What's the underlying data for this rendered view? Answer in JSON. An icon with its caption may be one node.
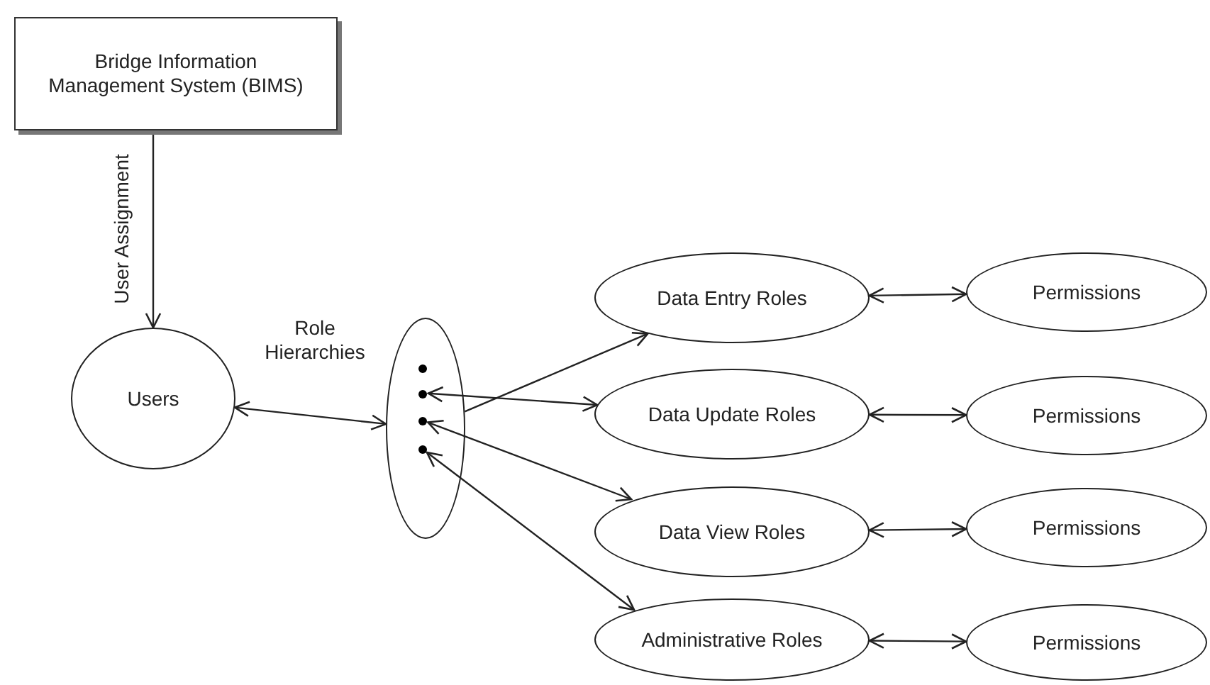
{
  "diagram": {
    "nodes": [
      {
        "text": [
          "Bridge Information Management System (BIMS)"
        ]
      },
      {
        "text": [
          "Users"
        ]
      },
      {
        "text": [],
        "shape": "ellipse"
      },
      {
        "text": [],
        "shape": "dot",
        "in": 2
      },
      {
        "text": [],
        "shape": "dot",
        "in": 2
      },
      {
        "text": [],
        "shape": "dot",
        "in": 2
      },
      {
        "text": [],
        "shape": "dot",
        "in": 2
      },
      {
        "text": [
          "Data Entry Roles"
        ]
      },
      {
        "text": [
          "Data Update Roles"
        ]
      },
      {
        "text": [
          "Data View Roles"
        ]
      },
      {
        "text": [
          "Administrative Roles"
        ]
      },
      {
        "text": [
          "Permissions"
        ]
      },
      {
        "text": [
          "Permissions"
        ]
      },
      {
        "text": [
          "Permissions"
        ]
      },
      {
        "text": [
          "Permissions"
        ]
      }
    ],
    "edges": [
      {
        "from": 0,
        "to": 1,
        "arrow": "to",
        "label": "User Assignment"
      },
      {
        "from": 1,
        "to": 2,
        "arrow": "both",
        "label": "Role Hierarchies"
      },
      {
        "from": 2,
        "to": 7,
        "arrow": "to"
      },
      {
        "from": 4,
        "to": 8,
        "arrow": "both"
      },
      {
        "from": 5,
        "to": 9,
        "arrow": "both"
      },
      {
        "from": 6,
        "to": 10,
        "arrow": "both"
      },
      {
        "from": 7,
        "to": 11,
        "arrow": "both"
      },
      {
        "from": 8,
        "to": 12,
        "arrow": "both"
      },
      {
        "from": 9,
        "to": 13,
        "arrow": "both"
      },
      {
        "from": 10,
        "to": 14,
        "arrow": "both"
      }
    ]
  }
}
